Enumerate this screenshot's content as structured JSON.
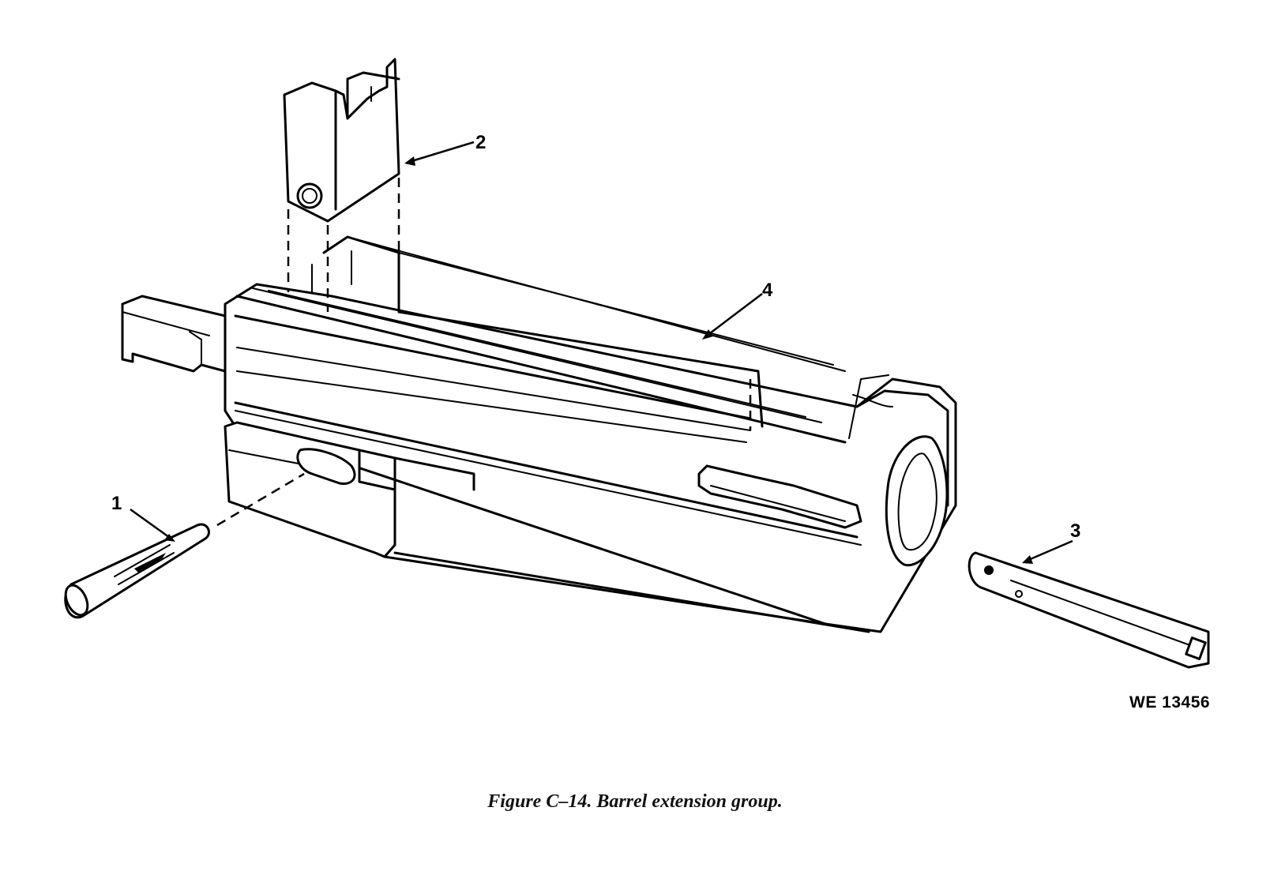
{
  "callouts": {
    "c1": "1",
    "c2": "2",
    "c3": "3",
    "c4": "4"
  },
  "reference": "WE 13456",
  "caption": "Figure C–14.  Barrel extension group."
}
